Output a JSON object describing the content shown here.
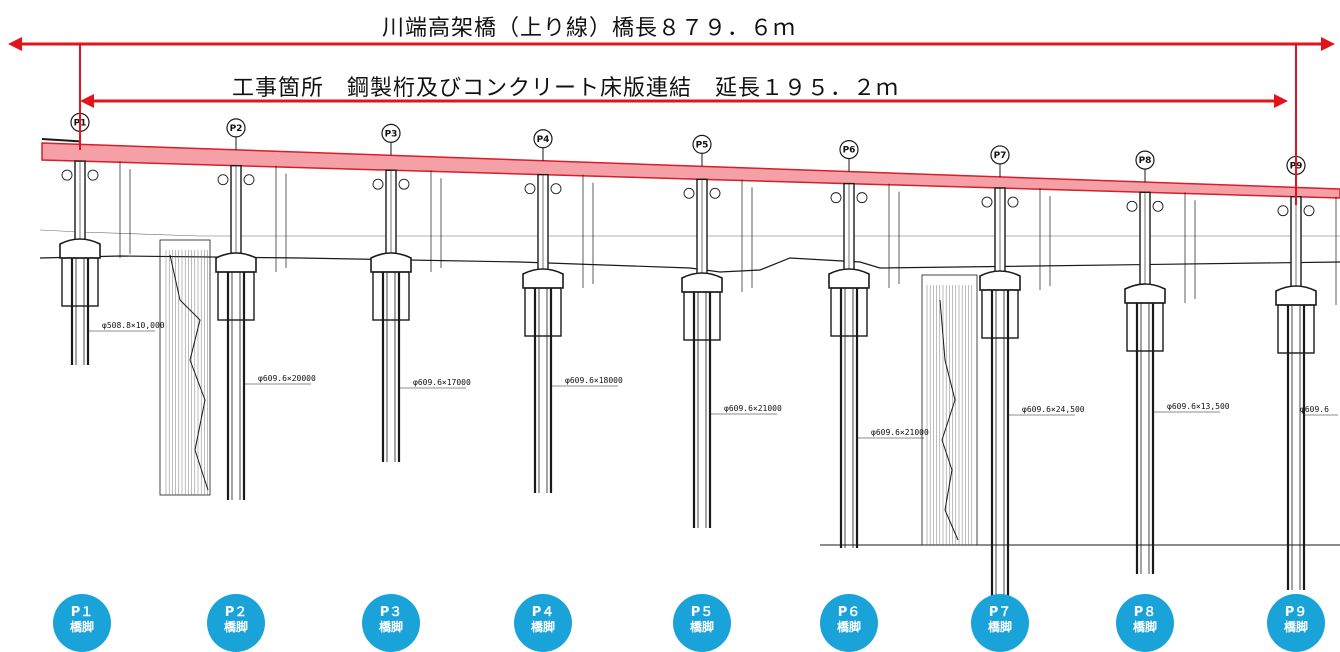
{
  "titles": {
    "main": "川端高架橋（上り線）橋長８７９．６ｍ",
    "sub": "工事箇所　鋼製桁及びコンクリート床版連結　延長１９５．２ｍ"
  },
  "colors": {
    "dimension_arrow": "#e3131b",
    "deck_fill": "#f4a0a6",
    "deck_stroke": "#d4202a",
    "badge": "#1aa3d9",
    "drawing_ink": "#1a1a1a"
  },
  "piers": [
    {
      "id": "P１",
      "label": "橋脚"
    },
    {
      "id": "P２",
      "label": "橋脚"
    },
    {
      "id": "P３",
      "label": "橋脚"
    },
    {
      "id": "P４",
      "label": "橋脚"
    },
    {
      "id": "P５",
      "label": "橋脚"
    },
    {
      "id": "P６",
      "label": "橋脚"
    },
    {
      "id": "P７",
      "label": "橋脚"
    },
    {
      "id": "P８",
      "label": "橋脚"
    },
    {
      "id": "P９",
      "label": "橋脚"
    }
  ],
  "pier_drawing_marks": [
    "P1",
    "P2",
    "P3",
    "P4",
    "P5",
    "P6",
    "P7",
    "P8",
    "P9"
  ],
  "pile_notes": [
    "φ508.8×10,000",
    "φ609.6×20000",
    "φ609.6×17000",
    "φ609.6×18000",
    "φ609.6×21000",
    "φ609.6×21000",
    "φ609.6×24,500",
    "φ609.6×13,500",
    "φ609.6"
  ]
}
